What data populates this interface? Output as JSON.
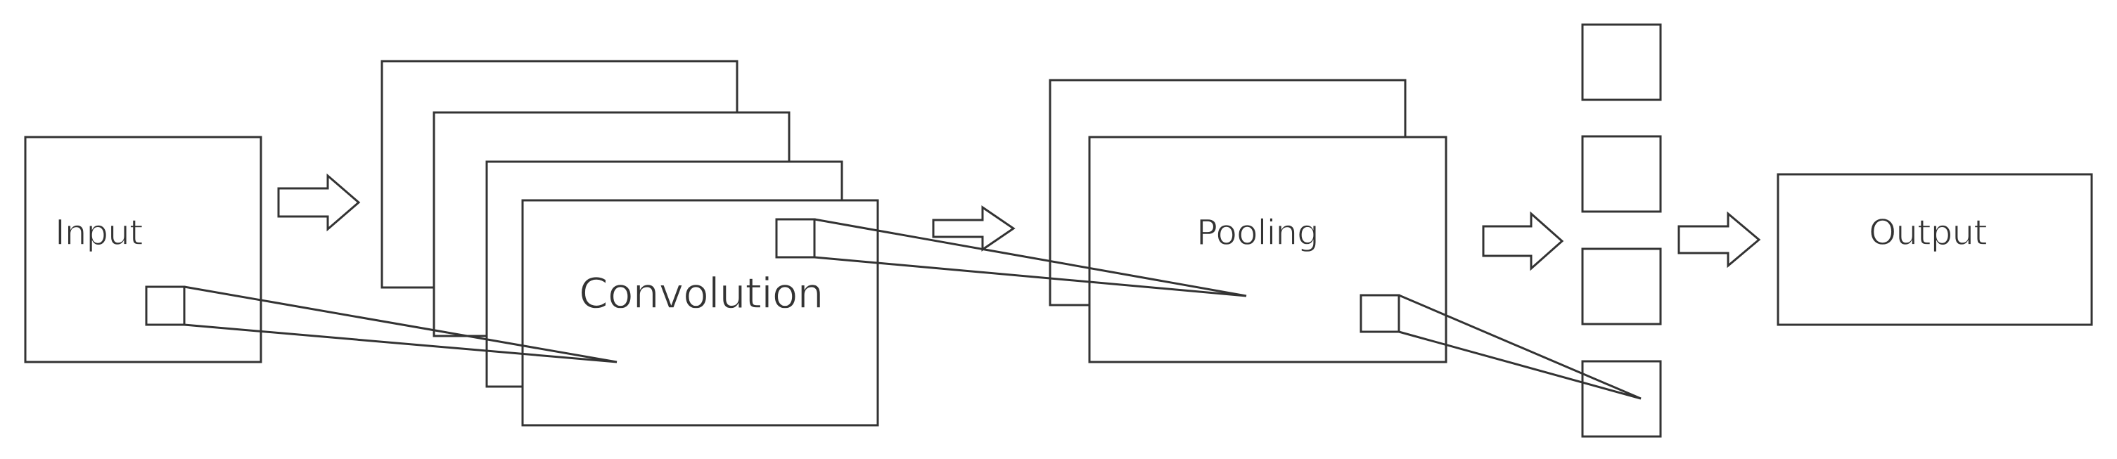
{
  "diagram": {
    "labels": {
      "input": "Input",
      "convolution": "Convolution",
      "pooling": "Pooling",
      "output": "Output"
    },
    "colors": {
      "stroke": "#333333",
      "fill": "#ffffff"
    }
  }
}
